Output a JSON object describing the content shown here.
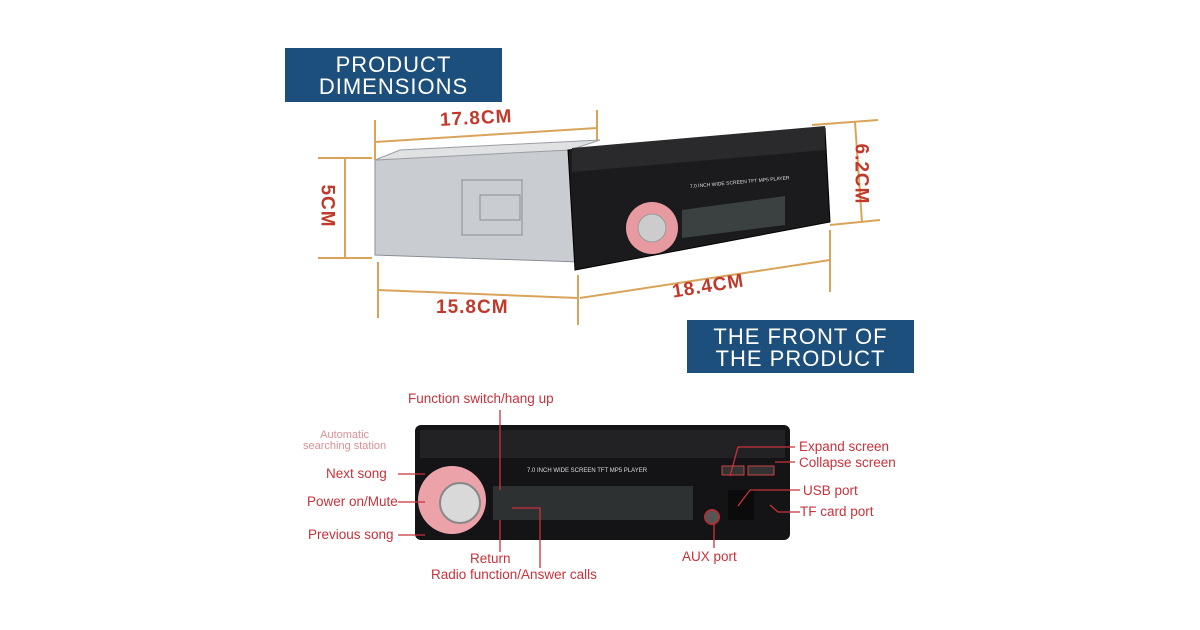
{
  "banners": {
    "dimensions": [
      "PRODUCT",
      "DIMENSIONS"
    ],
    "front": [
      "THE FRONT OF",
      "THE PRODUCT"
    ]
  },
  "dimensions": {
    "top_length": "17.8CM",
    "case_height": "5CM",
    "front_height": "6.2CM",
    "bottom_length": "15.8CM",
    "front_width": "18.4CM"
  },
  "device": {
    "panel_text": "7.0 INCH WIDE SCREEN TFT MP5 PLAYER"
  },
  "labels": {
    "function_switch": "Function switch/hang up",
    "auto_search": [
      "Automatic",
      "searching station"
    ],
    "next_song": "Next song",
    "power": "Power on/Mute",
    "previous_song": "Previous song",
    "return": "Return",
    "radio": "Radio function/Answer calls",
    "aux": "AUX port",
    "expand": "Expand screen",
    "collapse": "Collapse screen",
    "usb": "USB port",
    "tf": "TF card port"
  },
  "colors": {
    "banner": "#1d4f7d",
    "label": "#c8323a",
    "dim_line": "#d9a45a"
  }
}
